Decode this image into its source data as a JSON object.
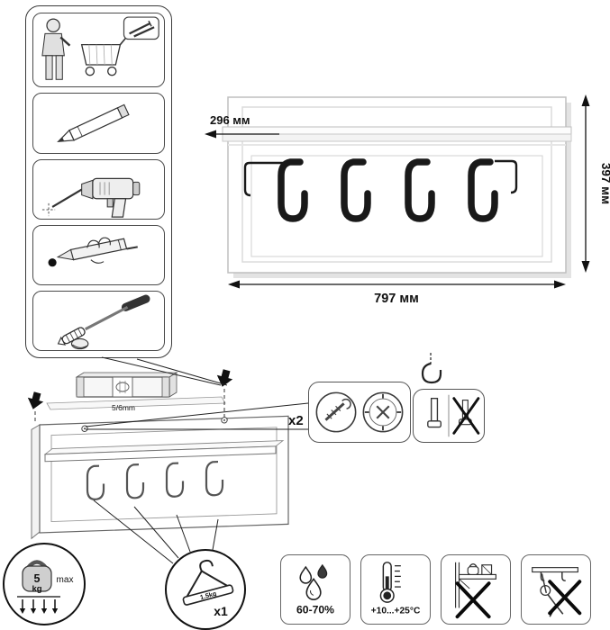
{
  "product_dimensions": {
    "width_label": "797 мм",
    "height_label": "397 мм",
    "shelf_depth_label": "296 мм"
  },
  "installation": {
    "drill_size_label": "5/6mm",
    "fasteners_qty_label": "x2"
  },
  "load_limits": {
    "max_weight_value": "5",
    "max_weight_unit": "kg",
    "max_suffix": "max",
    "per_hook_weight": "1.5kg",
    "per_hook_qty": "x1"
  },
  "environment": {
    "humidity_range": "60-70%",
    "temperature_range": "+10...+25°C"
  },
  "icons": {
    "tools": [
      "person-with-cart",
      "pencil",
      "drill",
      "glue-applicator",
      "screwdriver-with-wall-plug"
    ],
    "fasteners": [
      "screw",
      "wall-plug"
    ],
    "warnings": [
      "humidity-drops",
      "thermometer",
      "no-overload",
      "no-hanging-on-shelf"
    ]
  }
}
